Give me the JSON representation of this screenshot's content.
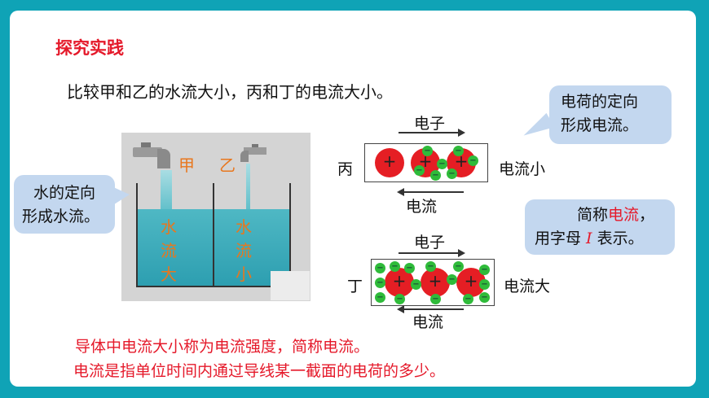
{
  "title": "探究实践",
  "intro": "比较甲和乙的水流大小，丙和丁的电流大小。",
  "water": {
    "tap_left": "甲",
    "tap_right": "乙",
    "col_left": [
      "水",
      "流",
      "大"
    ],
    "col_right": [
      "水",
      "流",
      "小"
    ],
    "bubble_line1": "水的定向",
    "bubble_line2": "形成水流。"
  },
  "wires": {
    "top_electron_label": "电子",
    "top_current_label": "电流",
    "top_name": "丙",
    "top_result": "电流小",
    "bottom_electron_label": "电子",
    "bottom_current_label": "电流",
    "bottom_name": "丁",
    "bottom_result": "电流大",
    "plus_sign": "+",
    "minus_sign": "−"
  },
  "bubble_charge": {
    "line1": "电荷的定向",
    "line2": "形成电流。"
  },
  "bubble_symbol": {
    "prefix": "简称",
    "highlight": "电流",
    "suffix": "，",
    "line2_prefix": "用字母 ",
    "symbol": "I",
    "line2_suffix": " 表示。"
  },
  "bottom_lines": [
    "导体中电流大小称为电流强度，简称电流。",
    "电流是指单位时间内通过导线某一截面的电荷的多少。"
  ],
  "colors": {
    "frame": "#0fa3b6",
    "title": "#e5192a",
    "bubble": "#c3d7ef",
    "water": "#2c9eb0",
    "accent_orange": "#e8771e"
  }
}
